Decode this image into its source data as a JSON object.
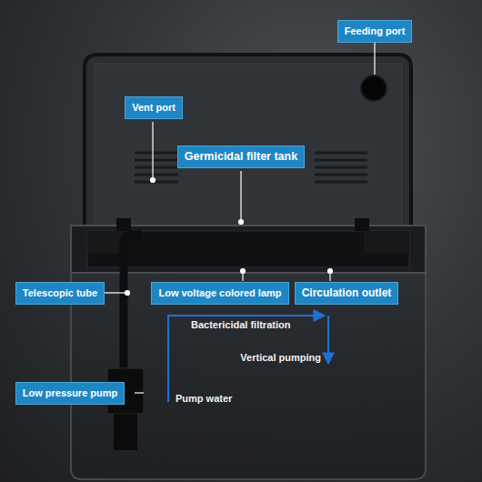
{
  "diagram": {
    "nodes": [
      {
        "text": [
          "Feeding port"
        ]
      },
      {
        "text": [
          "Vent port"
        ]
      },
      {
        "text": [
          "Germicidal filter tank"
        ]
      },
      {
        "text": [
          "Telescopic tube"
        ]
      },
      {
        "text": [
          "Low voltage colored lamp"
        ]
      },
      {
        "text": [
          "Circulation outlet"
        ]
      },
      {
        "text": [
          "Low pressure pump"
        ]
      }
    ],
    "labels": [
      "Bactericidal filtration",
      "Vertical pumping",
      "Pump water"
    ]
  }
}
